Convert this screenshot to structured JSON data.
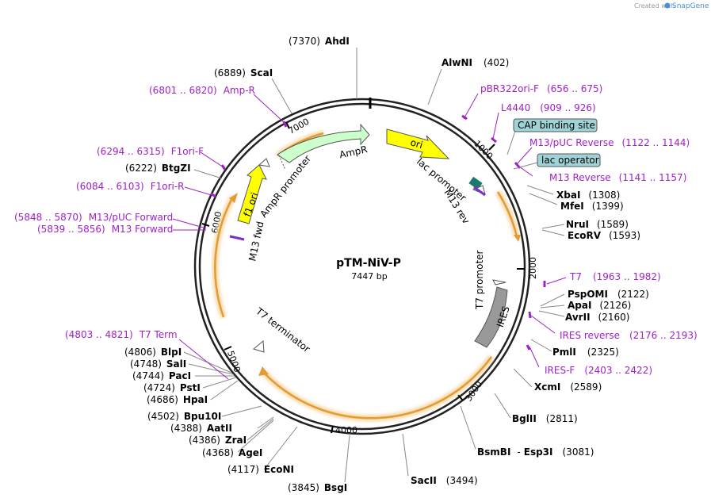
{
  "plasmid": {
    "name": "pTM-NiV-P",
    "length": "7447 bp"
  },
  "credit": {
    "prefix": "Created with",
    "brand": "SnapGene"
  },
  "ticks": [
    "1000",
    "2000",
    "3000",
    "4000",
    "5000",
    "6000",
    "7000"
  ],
  "enzymes": [
    {
      "name": "AhdI",
      "pos": "(7370)"
    },
    {
      "name": "AlwNI",
      "pos": "(402)"
    },
    {
      "name": "ScaI",
      "pos": "(6889)"
    },
    {
      "name": "BtgZI",
      "pos": "(6222)"
    },
    {
      "name": "XbaI",
      "pos": "(1308)"
    },
    {
      "name": "MfeI",
      "pos": "(1399)"
    },
    {
      "name": "NruI",
      "pos": "(1589)"
    },
    {
      "name": "EcoRV",
      "pos": "(1593)"
    },
    {
      "name": "PspOMI",
      "pos": "(2122)"
    },
    {
      "name": "ApaI",
      "pos": "(2126)"
    },
    {
      "name": "AvrII",
      "pos": "(2160)"
    },
    {
      "name": "PmlI",
      "pos": "(2325)"
    },
    {
      "name": "XcmI",
      "pos": "(2589)"
    },
    {
      "name": "BglII",
      "pos": "(2811)"
    },
    {
      "name": "BsmBI",
      "sep": "-",
      "name2": "Esp3I",
      "pos": "(3081)"
    },
    {
      "name": "SacII",
      "pos": "(3494)"
    },
    {
      "name": "BsgI",
      "pos": "(3845)"
    },
    {
      "name": "EcoNI",
      "pos": "(4117)"
    },
    {
      "name": "AgeI",
      "pos": "(4368)"
    },
    {
      "name": "ZraI",
      "pos": "(4386)"
    },
    {
      "name": "AatII",
      "pos": "(4388)"
    },
    {
      "name": "Bpu10I",
      "pos": "(4502)"
    },
    {
      "name": "HpaI",
      "pos": "(4686)"
    },
    {
      "name": "PstI",
      "pos": "(4724)"
    },
    {
      "name": "PacI",
      "pos": "(4744)"
    },
    {
      "name": "SalI",
      "pos": "(4748)"
    },
    {
      "name": "BlpI",
      "pos": "(4806)"
    }
  ],
  "primers": [
    {
      "name": "Amp-R",
      "range": "(6801 .. 6820)"
    },
    {
      "name": "pBR322ori-F",
      "range": "(656 .. 675)"
    },
    {
      "name": "L4440",
      "range": "(909 .. 926)"
    },
    {
      "name": "M13/pUC Reverse",
      "range": "(1122 .. 1144)"
    },
    {
      "name": "M13 Reverse",
      "range": "(1141 .. 1157)"
    },
    {
      "name": "F1ori-F",
      "range": "(6294 .. 6315)"
    },
    {
      "name": "F1ori-R",
      "range": "(6084 .. 6103)"
    },
    {
      "name": "M13/pUC Forward",
      "range": "(5848 .. 5870)"
    },
    {
      "name": "M13 Forward",
      "range": "(5839 .. 5856)"
    },
    {
      "name": "T7",
      "range": "(1963 .. 1982)"
    },
    {
      "name": "IRES reverse",
      "range": "(2176 .. 2193)"
    },
    {
      "name": "IRES-F",
      "range": "(2403 .. 2422)"
    },
    {
      "name": "T7 Term",
      "range": "(4803 .. 4821)"
    }
  ],
  "boxed_features": [
    {
      "name": "CAP binding site"
    },
    {
      "name": "lac operator"
    }
  ],
  "features": {
    "ampr": "AmpR",
    "ori": "ori",
    "f1ori": "f1 ori",
    "ampr_promoter": "AmpR promoter",
    "lac_promoter": "lac promoter",
    "m13rev": "M13 rev",
    "m13fwd": "M13 fwd",
    "t7_promoter": "T7 promoter",
    "ires": "IRES",
    "t7_terminator": "T7 terminator"
  },
  "colors": {
    "ori": "#ffff00",
    "ampr": "#ccffcc",
    "f1ori": "#ffff00",
    "ires": "#999999",
    "orf_arc": "#e39b33",
    "primer": "#a020c8",
    "box_fill": "#9ed3d8"
  }
}
